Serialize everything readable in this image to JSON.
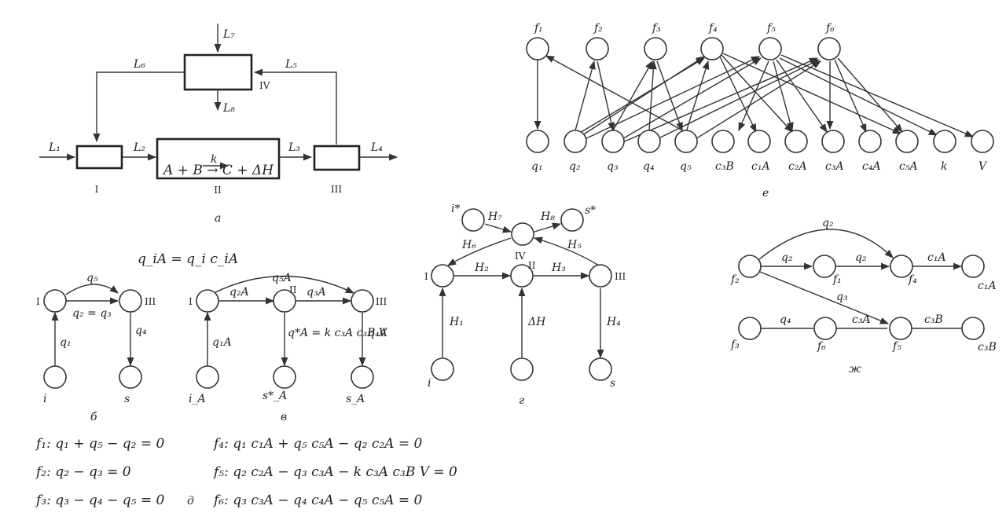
{
  "panel_a": {
    "streams": [
      "L₇",
      "L₆",
      "L₅",
      "L₈",
      "L₁",
      "L₂",
      "L₃",
      "L₄"
    ],
    "reaction": "A + B → C + ΔH",
    "rate_const": "k",
    "units": [
      "I",
      "II",
      "III",
      "IV"
    ],
    "caption": "а"
  },
  "panel_b": {
    "nodes": [
      "I",
      "III",
      "i",
      "s"
    ],
    "edges": [
      "q₅",
      "q₂ = q₃",
      "q₁",
      "q₄"
    ],
    "caption": "б"
  },
  "panel_v": {
    "formula": "q_iA = q_i c_iA",
    "nodes": [
      "I",
      "II",
      "III",
      "i_A",
      "s*_A",
      "s_A"
    ],
    "edges": [
      "q₅A",
      "q₂A",
      "q₃A",
      "q₁A",
      "q*A = k c₃A c₃B V",
      "q₄A"
    ],
    "caption": "в"
  },
  "panel_g": {
    "nodes": [
      "i*",
      "s*",
      "IV",
      "I",
      "II",
      "III",
      "i",
      "s"
    ],
    "edges": [
      "H₇",
      "H₈",
      "H₆",
      "H₅",
      "H₂",
      "H₃",
      "H₁",
      "ΔH",
      "H₄"
    ],
    "caption": "г"
  },
  "panel_e": {
    "top_nodes": [
      "f₁",
      "f₂",
      "f₃",
      "f₄",
      "f₅",
      "f₆"
    ],
    "bottom_nodes": [
      "q₁",
      "q₂",
      "q₃",
      "q₄",
      "q₅",
      "c₃B",
      "c₁A",
      "c₂A",
      "c₃A",
      "c₄A",
      "c₅A",
      "k",
      "V"
    ],
    "caption": "е"
  },
  "panel_zh": {
    "nodes": [
      "f₂",
      "f₁",
      "f₄",
      "c₁A",
      "f₃",
      "f₆",
      "f₅",
      "c₃B"
    ],
    "edges": [
      "q₂",
      "q₂",
      "q₂",
      "c₁A",
      "q₃",
      "q₄",
      "c₃A",
      "c₃B"
    ],
    "caption": "ж"
  },
  "equations": {
    "f1": "f₁: q₁ + q₅ − q₂ = 0",
    "f2": "f₂: q₂ − q₃ = 0",
    "f3": "f₃: q₃ − q₄ − q₅ = 0",
    "f4": "f₄: q₁ c₁A + q₅ c₅A − q₂ c₂A = 0",
    "f5": "f₅: q₂ c₂A − q₃ c₃A − k c₃A c₃B V = 0",
    "f6": "f₆: q₃ c₃A − q₄ c₄A − q₅ c₅A = 0",
    "caption": "д"
  }
}
